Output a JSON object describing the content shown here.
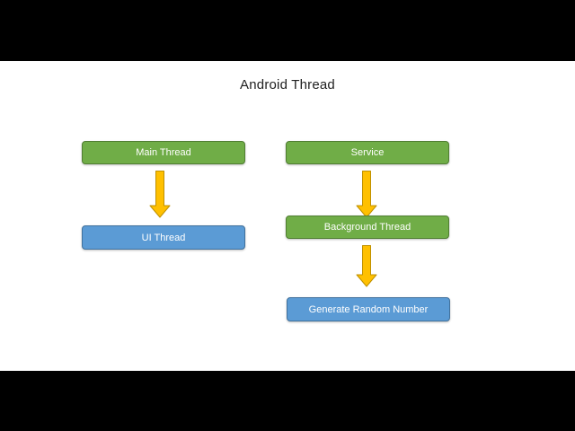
{
  "colors": {
    "letterbox": "#000000",
    "slide_bg": "#FFFFFF",
    "title_color": "#212121",
    "green_fill": "#70AD47",
    "green_border": "#507E32",
    "blue_fill": "#5B9BD5",
    "blue_border": "#41719C",
    "arrow_fill": "#FFC000",
    "arrow_border": "#BF9000"
  },
  "diagram": {
    "title": "Android Thread",
    "left_column": {
      "nodes": [
        {
          "label": "Main Thread",
          "type": "green"
        },
        {
          "label": "UI Thread",
          "type": "blue"
        }
      ]
    },
    "right_column": {
      "nodes": [
        {
          "label": "Service",
          "type": "green"
        },
        {
          "label": "Background Thread",
          "type": "green"
        },
        {
          "label": "Generate Random Number",
          "type": "blue"
        }
      ]
    },
    "connectors": [
      {
        "from": "Main Thread",
        "to": "UI Thread",
        "icon": "down-arrow"
      },
      {
        "from": "Service",
        "to": "Background Thread",
        "icon": "down-arrow"
      },
      {
        "from": "Background Thread",
        "to": "Generate Random Number",
        "icon": "down-arrow"
      }
    ]
  }
}
